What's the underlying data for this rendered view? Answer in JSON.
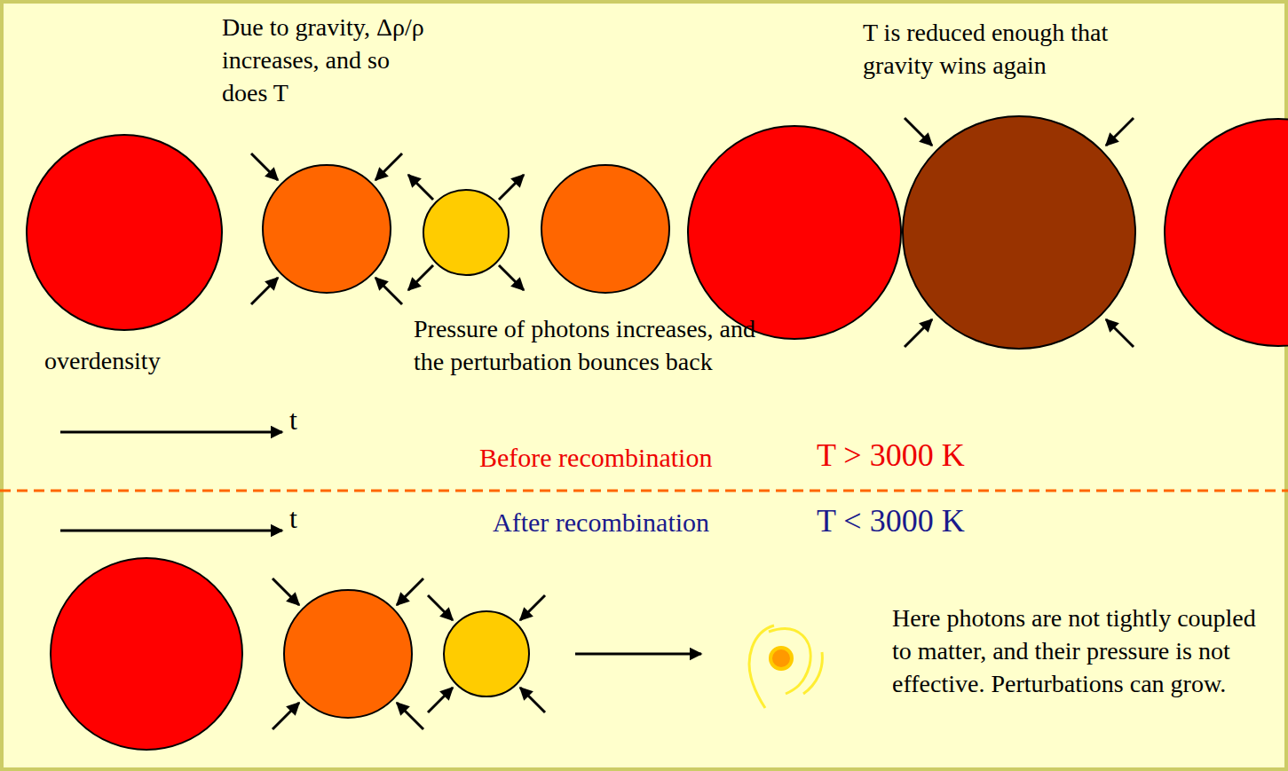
{
  "diagram": {
    "labels": [
      "Due to gravity, Δρ/ρ increases, and so does T",
      "T is reduced enough that gravity wins again",
      "overdensity",
      "t",
      "Pressure of photons increases, and the perturbation bounces back",
      "Before recombination",
      "T > 3000 K",
      "t",
      "After recombination",
      "T < 3000 K",
      "Here photons are not tightly coupled to matter, and their pressure is not effective. Perturbations can grow."
    ]
  }
}
